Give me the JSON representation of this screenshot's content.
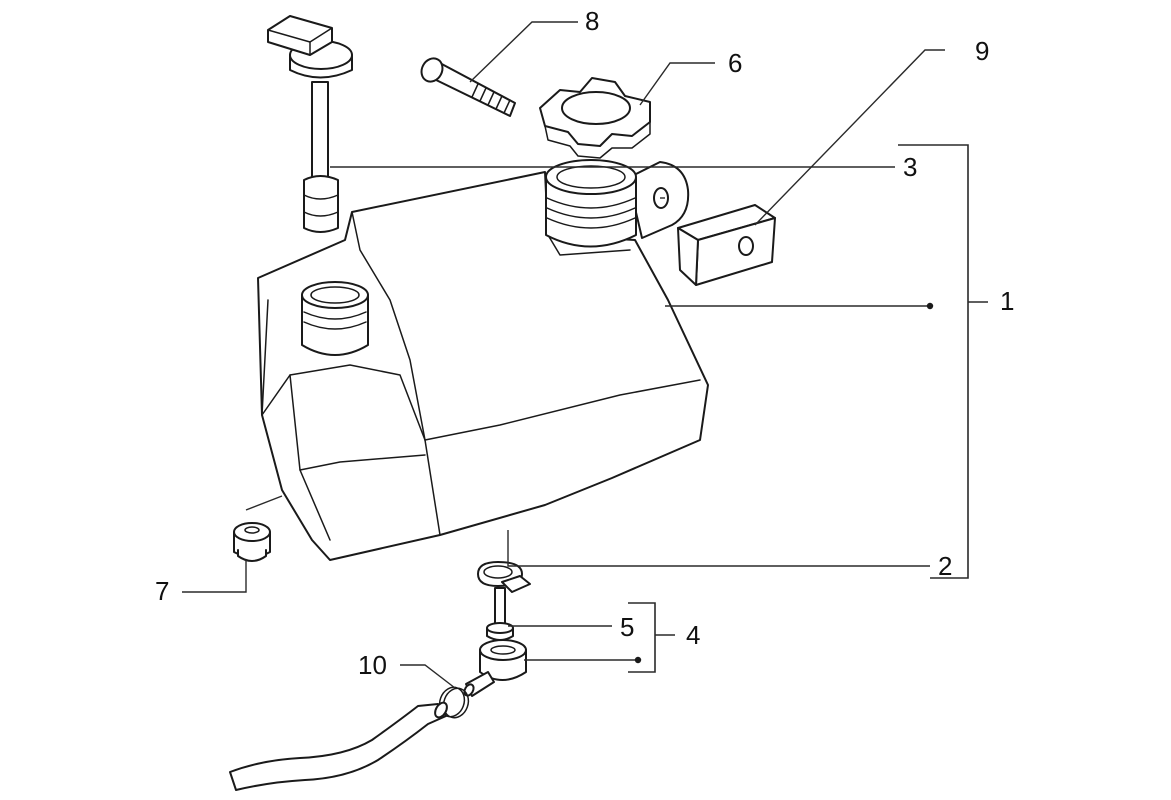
{
  "colors": {
    "line": "#1a1a1a",
    "background": "#ffffff"
  },
  "callouts": {
    "c1": "1",
    "c2": "2",
    "c3": "3",
    "c4": "4",
    "c5": "5",
    "c6": "6",
    "c7": "7",
    "c8": "8",
    "c9": "9",
    "c10": "10"
  }
}
